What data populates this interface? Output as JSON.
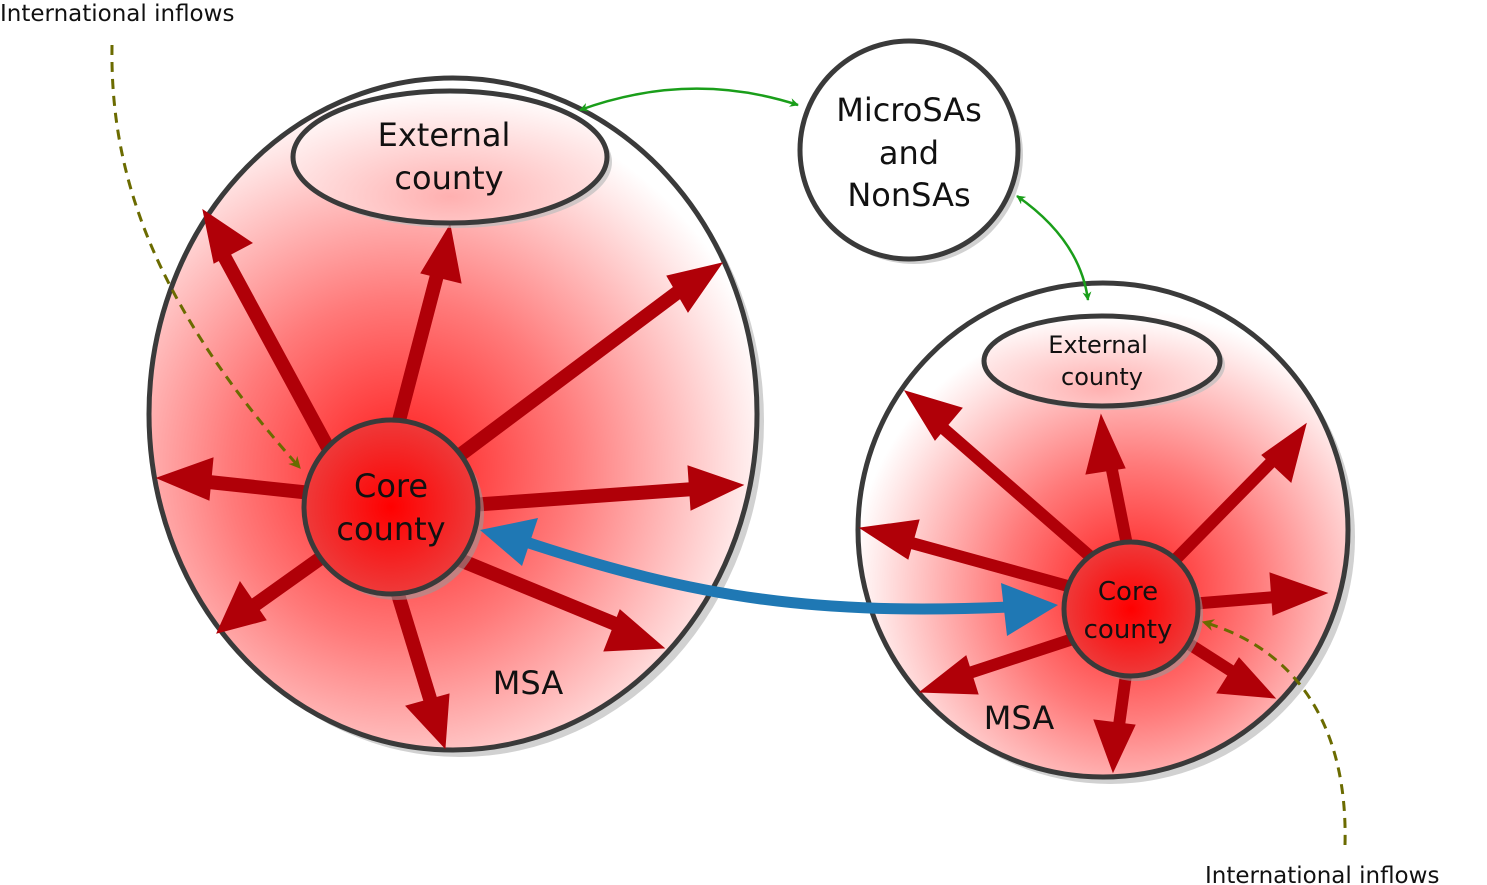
{
  "labels": {
    "intl_inflows_left": "International inflows",
    "intl_inflows_right": "International inflows",
    "micro_line1": "MicroSAs",
    "micro_line2": "and",
    "micro_line3": "NonSAs",
    "left_external_line1": "External",
    "left_external_line2": "county",
    "left_core_line1": "Core",
    "left_core_line2": "county",
    "left_msa": "MSA",
    "right_external_line1": "External",
    "right_external_line2": "county",
    "right_core_line1": "Core",
    "right_core_line2": "county",
    "right_msa": "MSA"
  },
  "colors": {
    "red_arrow": "#b00008",
    "core_fill": "#ff1a1a",
    "outline": "#3a3a3a",
    "blue_flow": "#1f78b4",
    "green_link": "#1a9e1a",
    "dashed_inflow": "#6b6b00"
  }
}
